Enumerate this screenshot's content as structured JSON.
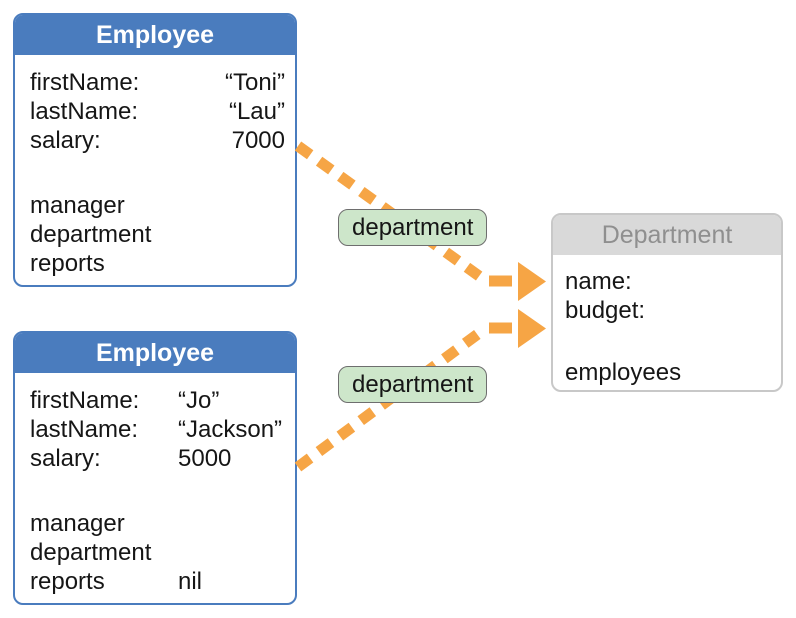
{
  "diagram": {
    "objects": [
      {
        "id": "employee1",
        "title": "Employee",
        "fields": [
          {
            "name": "firstName:",
            "value": "“Toni”"
          },
          {
            "name": "lastName:",
            "value": "“Lau”"
          },
          {
            "name": "salary:",
            "value": "7000"
          }
        ],
        "refs": [
          {
            "name": "manager",
            "value": ""
          },
          {
            "name": "department",
            "value": ""
          },
          {
            "name": "reports",
            "value": ""
          }
        ]
      },
      {
        "id": "employee2",
        "title": "Employee",
        "fields": [
          {
            "name": "firstName:",
            "value": "“Jo”"
          },
          {
            "name": "lastName:",
            "value": "“Jackson”"
          },
          {
            "name": "salary:",
            "value": "5000"
          }
        ],
        "refs": [
          {
            "name": "manager",
            "value": ""
          },
          {
            "name": "department",
            "value": ""
          },
          {
            "name": "reports",
            "value": "nil"
          }
        ]
      },
      {
        "id": "department",
        "title": "Department",
        "fields": [
          {
            "name": "name:",
            "value": ""
          },
          {
            "name": "budget:",
            "value": ""
          }
        ],
        "refs": [
          {
            "name": "employees",
            "value": ""
          }
        ]
      }
    ],
    "edges": [
      {
        "label": "department",
        "from": "employee1",
        "to": "department"
      },
      {
        "label": "department",
        "from": "employee2",
        "to": "department"
      }
    ],
    "colors": {
      "employee_header_bg": "#4a7cbe",
      "employee_border": "#4a7cbe",
      "employee_header_text": "#ffffff",
      "department_header_bg": "#d9d9d9",
      "department_header_text": "#8f8f8f",
      "department_border": "#c8c8c8",
      "edge_label_bg": "#cde6ca",
      "edge_label_border": "#6e6e6e",
      "arrow": "#f6a545",
      "body_text": "#161616"
    }
  }
}
